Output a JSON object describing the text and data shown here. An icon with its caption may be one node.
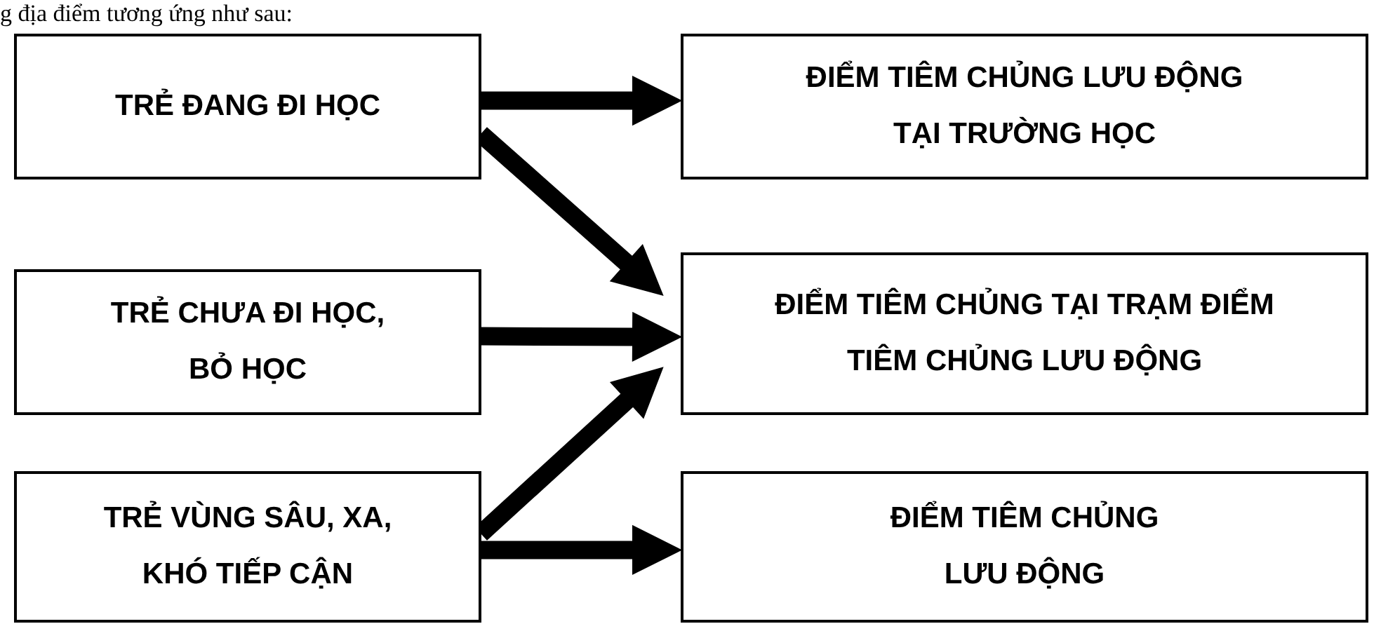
{
  "diagram": {
    "nodes": [
      {
        "text": [
          "TRẺ ĐANG ĐI HỌC"
        ]
      },
      {
        "text": [
          "ĐIỂM TIÊM CHỦNG LƯU ĐỘNG TẠI TRƯỜNG HỌC"
        ]
      },
      {
        "text": [
          "TRẺ CHƯA ĐI HỌC, BỎ HỌC"
        ]
      },
      {
        "text": [
          "ĐIỂM TIÊM CHỦNG TẠI TRẠM ĐIỂM TIÊM CHỦNG LƯU ĐỘNG"
        ]
      },
      {
        "text": [
          "TRẺ VÙNG SÂU, XA, KHÓ TIẾP CẬN"
        ]
      },
      {
        "text": [
          "ĐIỂM TIÊM CHỦNG LƯU ĐỘNG"
        ]
      }
    ],
    "edges": [
      {
        "from": 0,
        "to": 1,
        "arrow": "to"
      },
      {
        "from": 0,
        "to": 3,
        "arrow": "to"
      },
      {
        "from": 2,
        "to": 3,
        "arrow": "to"
      },
      {
        "from": 4,
        "to": 3,
        "arrow": "to"
      },
      {
        "from": 4,
        "to": 5,
        "arrow": "to"
      }
    ],
    "labels": [
      "g địa điểm tương ứng như sau:"
    ]
  }
}
